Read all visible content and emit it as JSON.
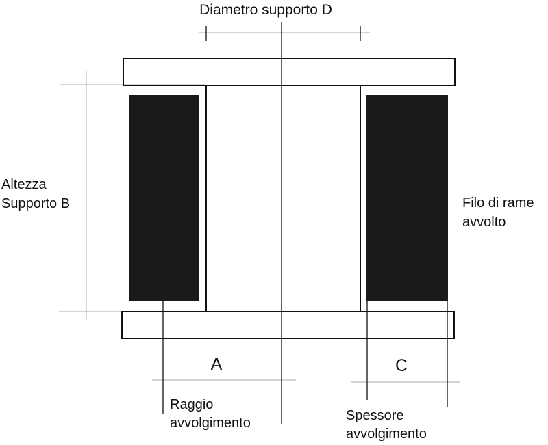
{
  "labels": {
    "diametro": "Diametro supporto D",
    "altezza_line1": "Altezza",
    "altezza_line2": "Supporto B",
    "filo_line1": "Filo di rame",
    "filo_line2": "avvolto",
    "a": "A",
    "c": "C",
    "raggio_line1": "Raggio",
    "raggio_line2": "avvolgimento",
    "spessore_line1": "Spessore",
    "spessore_line2": "avvolgimento"
  },
  "colors": {
    "outline": "#111111",
    "winding": "#1a1a1a",
    "guide": "#bbbbbb",
    "background": "#ffffff"
  }
}
